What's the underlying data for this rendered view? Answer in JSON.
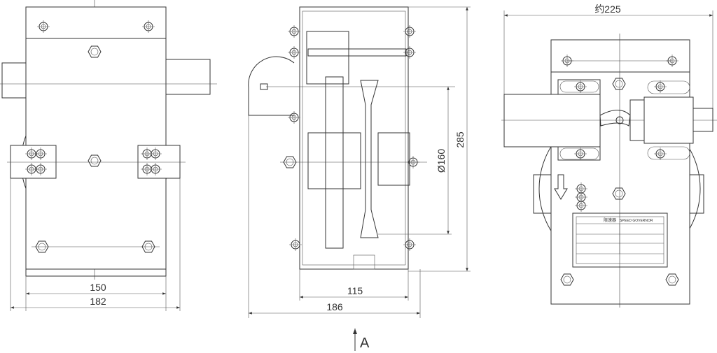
{
  "front_view": {
    "dim_inner_width": "150",
    "dim_outer_width": "182"
  },
  "side_view": {
    "dim_frame_width": "115",
    "dim_total_width": "186",
    "dim_pulley_diameter": "Ø160",
    "dim_height": "285",
    "view_arrow_label": "A"
  },
  "rear_view": {
    "dim_width": "约225",
    "nameplate": {
      "title_cn": "限速器",
      "title_en": "SPEED GOVERNOR"
    }
  },
  "colors": {
    "line": "#333333",
    "background": "#ffffff"
  }
}
